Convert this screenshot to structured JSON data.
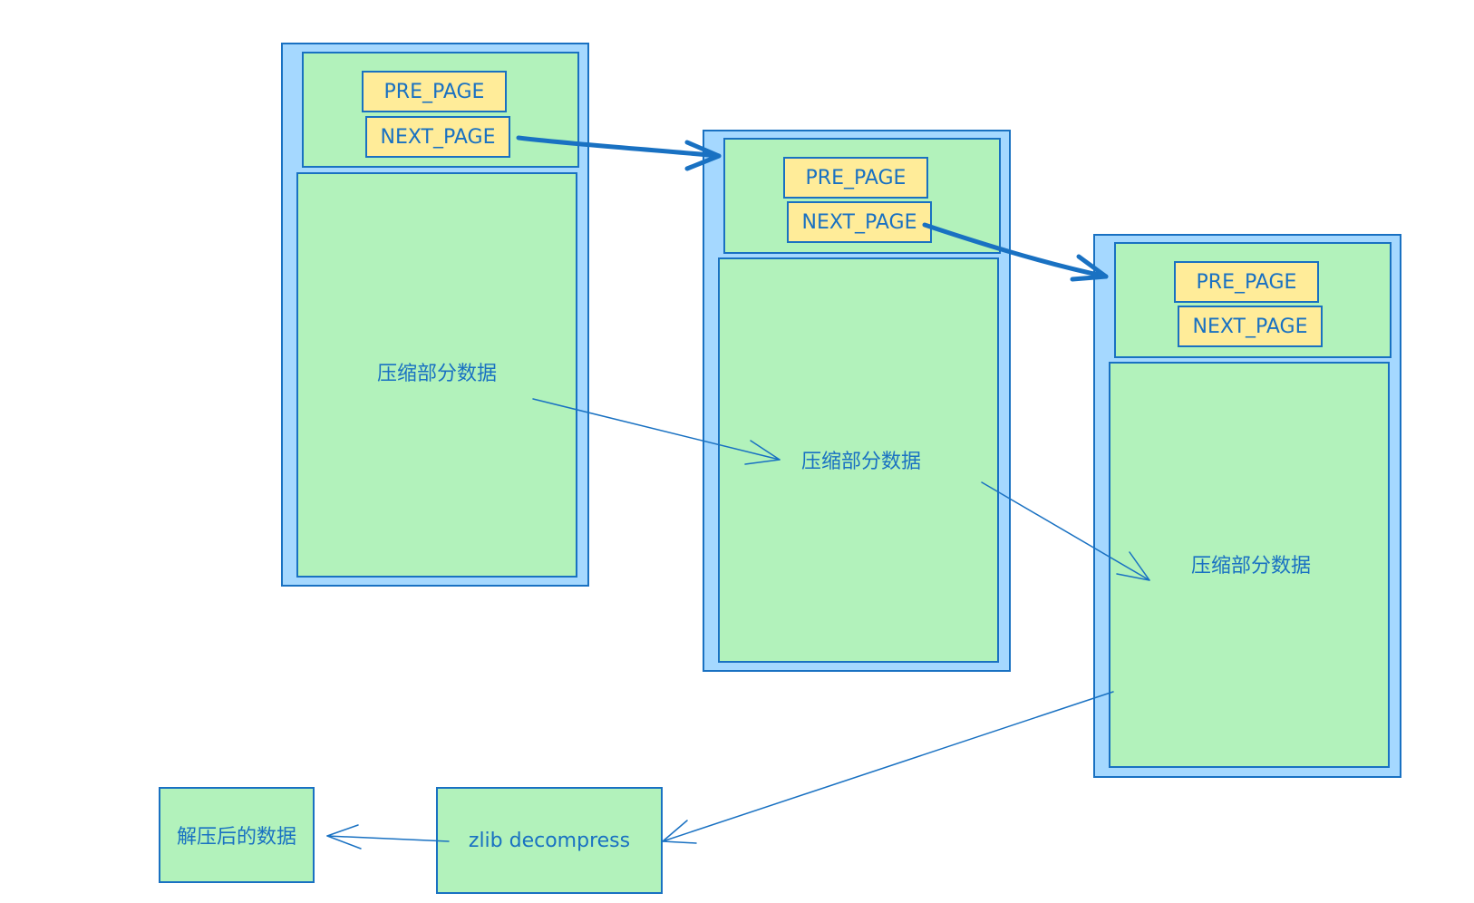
{
  "pages": [
    {
      "pre": "PRE_PAGE",
      "next": "NEXT_PAGE",
      "data": "压缩部分数据"
    },
    {
      "pre": "PRE_PAGE",
      "next": "NEXT_PAGE",
      "data": "压缩部分数据"
    },
    {
      "pre": "PRE_PAGE",
      "next": "NEXT_PAGE",
      "data": "压缩部分数据"
    }
  ],
  "decompress": {
    "label": "zlib decompress"
  },
  "result": {
    "label": "解压后的数据"
  },
  "colors": {
    "stroke": "#1971c2",
    "page_fill": "#a5d8ff",
    "section_fill": "#b2f2bb",
    "pointer_fill": "#ffec99"
  }
}
